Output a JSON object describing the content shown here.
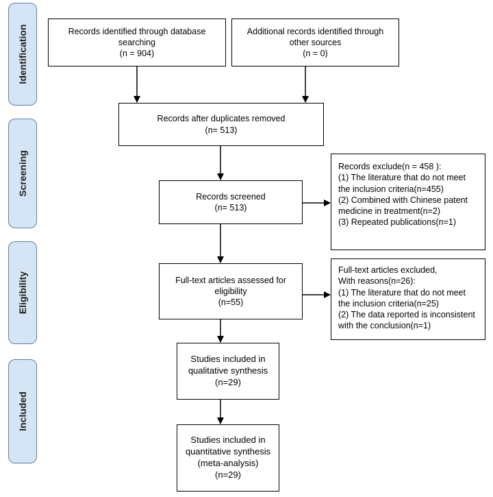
{
  "phases": {
    "identification": "Identification",
    "screening": "Screening",
    "eligibility": "Eligibility",
    "included": "Included"
  },
  "boxes": {
    "database": {
      "lines": [
        "Records identified through database",
        "searching",
        "(n = 904)"
      ]
    },
    "other_sources": {
      "lines": [
        "Additional records identified through",
        "other sources",
        "(n = 0)"
      ]
    },
    "duplicates_removed": {
      "lines": [
        "Records after duplicates removed",
        "(n= 513)"
      ]
    },
    "screened": {
      "lines": [
        "Records screened",
        "(n= 513)"
      ]
    },
    "screen_excluded": {
      "lines": [
        "Records exclude(n = 458 ):",
        "(1)  The literature that do not meet",
        "the inclusion criteria(n=455)",
        "(2)  Combined with Chinese patent",
        "medicine in treatment(n=2)",
        "(3)  Repeated publications(n=1)"
      ]
    },
    "fulltext_assessed": {
      "lines": [
        "Full-text articles assessed for",
        "eligibility",
        "(n=55)"
      ]
    },
    "fulltext_excluded": {
      "lines": [
        "Full-text articles excluded,",
        "With reasons(n=26):",
        "(1)  The literature that do not meet",
        "the inclusion criteria(n=25)",
        "(2)  The data reported is inconsistent",
        "with the conclusion(n=1)"
      ]
    },
    "qualitative": {
      "lines": [
        "Studies included in",
        "qualitative synthesis",
        "(n=29)"
      ]
    },
    "quantitative": {
      "lines": [
        "Studies included in",
        "quantitative synthesis",
        "(meta-analysis)",
        "(n=29)"
      ]
    }
  }
}
